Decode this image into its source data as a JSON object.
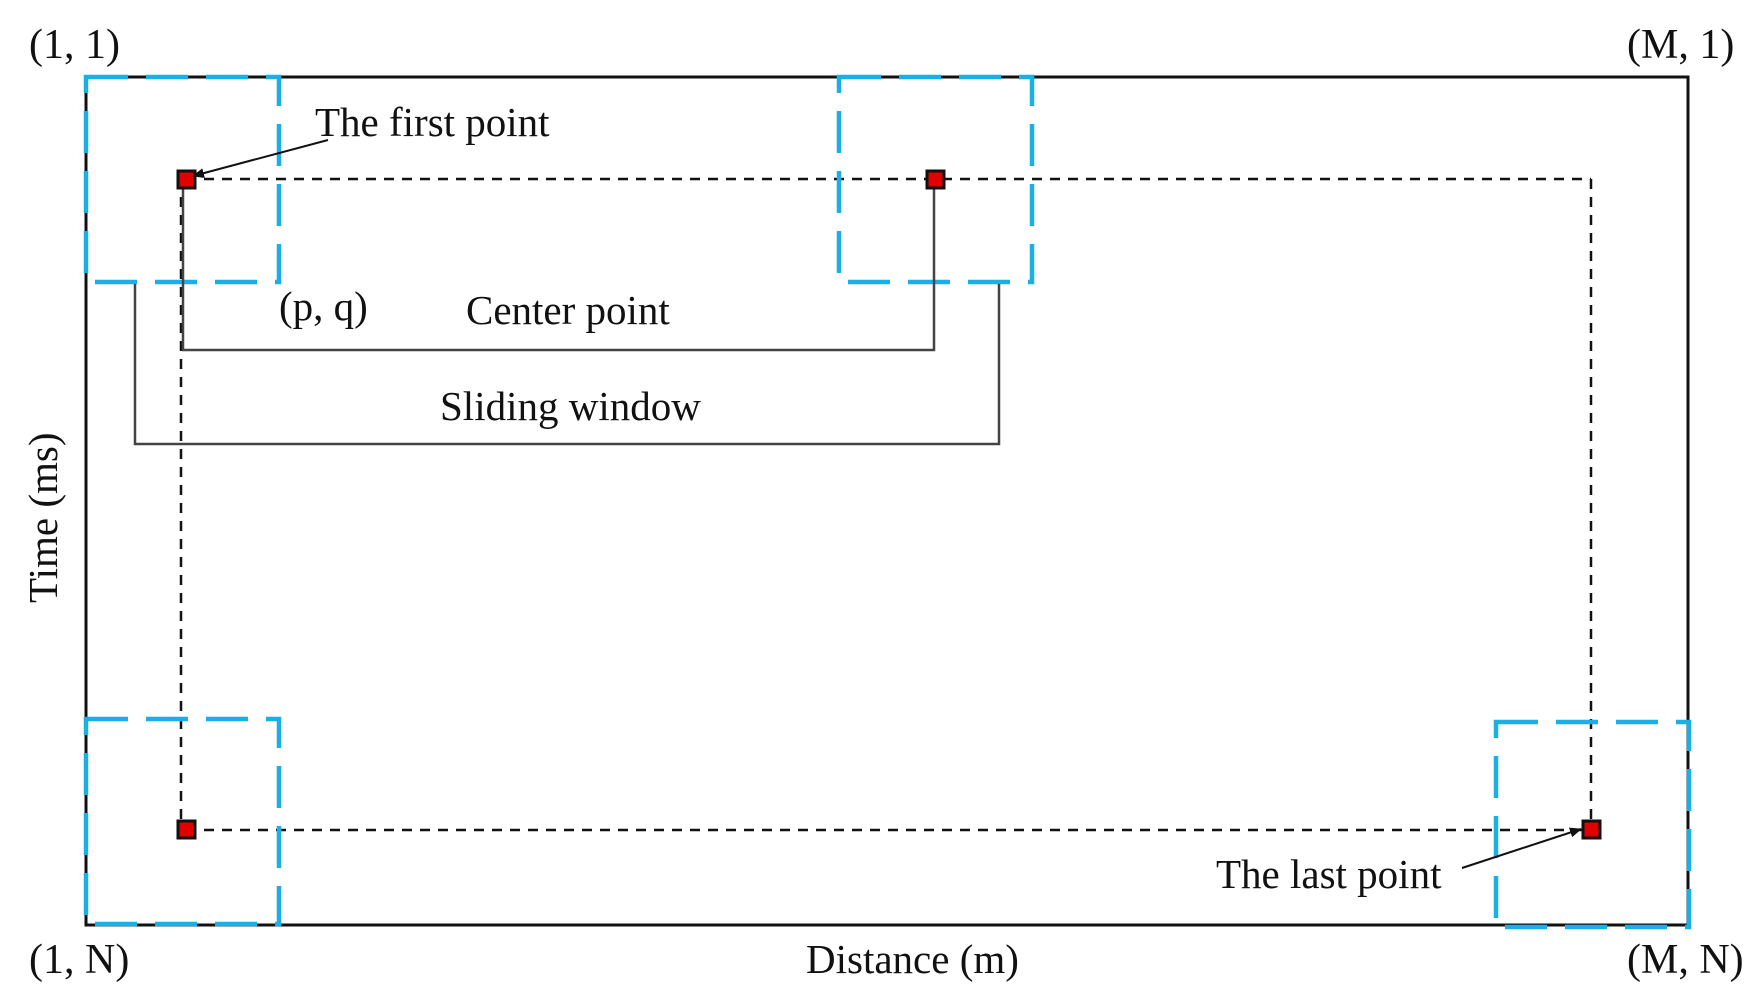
{
  "corners": {
    "top_left": "(1, 1)",
    "top_right": "(M, 1)",
    "bottom_left": "(1, N)",
    "bottom_right": "(M, N)"
  },
  "labels": {
    "first_point": "The first point",
    "last_point": "The last point",
    "pq": "(p, q)",
    "center_point": "Center point",
    "sliding_window": "Sliding window"
  },
  "axes": {
    "x_label": "Distance (m)",
    "y_label": "Time (ms)"
  },
  "colors": {
    "frame": "#111111",
    "window": "#1ab0e6",
    "point": "#e00000",
    "path": "#111111"
  }
}
